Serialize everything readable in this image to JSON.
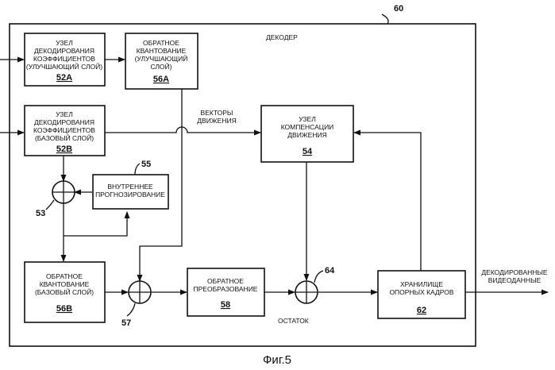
{
  "figure": {
    "label": "60",
    "title": "ДЕКОДЕР",
    "caption": "Фиг.5"
  },
  "blocks": {
    "b52a": {
      "lines": [
        "УЗЕЛ",
        "ДЕКОДИРОВАНИЯ",
        "КОЭФФИЦИЕНТОВ",
        "(УЛУЧШАЮЩИЙ СЛОЙ)"
      ],
      "num": "52A"
    },
    "b56a": {
      "lines": [
        "ОБРАТНОЕ",
        "КВАНТОВАНИЕ",
        "(УЛУЧШАЮЩИЙ",
        "СЛОЙ)"
      ],
      "num": "56A"
    },
    "b52b": {
      "lines": [
        "УЗЕЛ",
        "ДЕКОДИРОВАНИЯ",
        "КОЭФФИЦИЕНТОВ",
        "(БАЗОВЫЙ СЛОЙ)"
      ],
      "num": "52B"
    },
    "b54": {
      "lines": [
        "УЗЕЛ",
        "КОМПЕНСАЦИИ",
        "ДВИЖЕНИЯ"
      ],
      "num": "54"
    },
    "b55": {
      "lines": [
        "ВНУТРЕННЕЕ",
        "ПРОГНОЗИРОВАНИЕ"
      ],
      "ref": "55"
    },
    "b56b": {
      "lines": [
        "ОБРАТНОЕ",
        "КВАНТОВАНИЕ",
        "(БАЗОВЫЙ СЛОЙ)"
      ],
      "num": "56B"
    },
    "b58": {
      "lines": [
        "ОБРАТНОЕ",
        "ПРЕОБРАЗОВАНИЕ"
      ],
      "num": "58"
    },
    "b62": {
      "lines": [
        "ХРАНИЛИЩЕ",
        "ОПОРНЫХ КАДРОВ"
      ],
      "num": "62"
    }
  },
  "adders": {
    "a53": "53",
    "a57": "57",
    "a64": "64"
  },
  "labels": {
    "motion_vectors": [
      "ВЕКТОРЫ",
      "ДВИЖЕНИЯ"
    ],
    "residual": "ОСТАТОК",
    "output": [
      "ДЕКОДИРОВАННЫЕ",
      "ВИДЕОДАННЫЕ"
    ]
  }
}
